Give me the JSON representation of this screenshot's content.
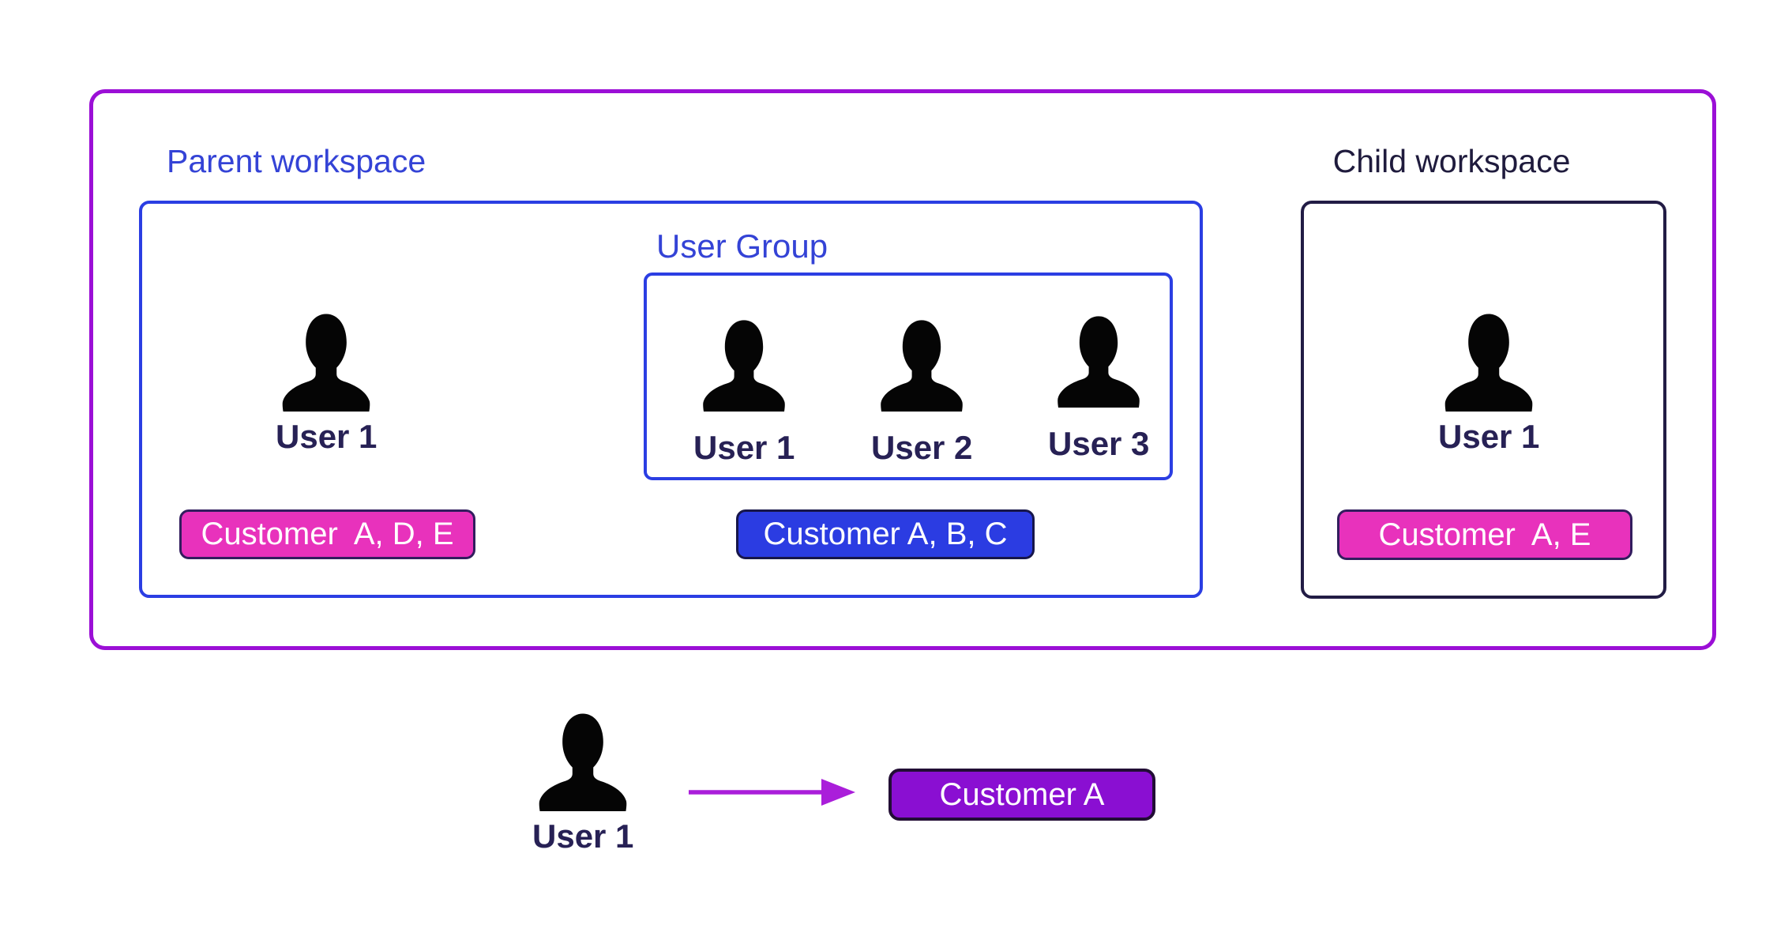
{
  "parent_workspace": {
    "label": "Parent workspace",
    "direct_user": {
      "name": "User 1"
    },
    "direct_user_badge": {
      "text": "Customer  A, D, E"
    },
    "user_group": {
      "label": "User Group",
      "users": [
        {
          "name": "User 1"
        },
        {
          "name": "User 2"
        },
        {
          "name": "User 3"
        }
      ],
      "badge": {
        "text": "Customer A, B, C"
      }
    }
  },
  "child_workspace": {
    "label": "Child workspace",
    "user": {
      "name": "User 1"
    },
    "user_badge": {
      "text": "Customer  A, E"
    }
  },
  "standalone_assignment": {
    "user": {
      "name": "User 1"
    },
    "badge": {
      "text": "Customer A"
    }
  },
  "colors": {
    "parent_border": "#9B0FD6",
    "blue_border": "#2B3EE3",
    "blue_text": "#3443D6",
    "child_border": "#221C45",
    "dark_text": "#1F1B3D",
    "user_label": "#272155",
    "pink_badge_bg": "#E832BC",
    "pink_badge_border": "#321D5E",
    "blue_badge_bg": "#2B3CE2",
    "blue_badge_border": "#17164A",
    "purple_badge_bg": "#8A0FD2",
    "purple_badge_border": "#220D35",
    "arrow": "#AA1EDA",
    "icon": "#050505",
    "badge_text": "#FFFFFF",
    "background": "#FFFFFF"
  }
}
